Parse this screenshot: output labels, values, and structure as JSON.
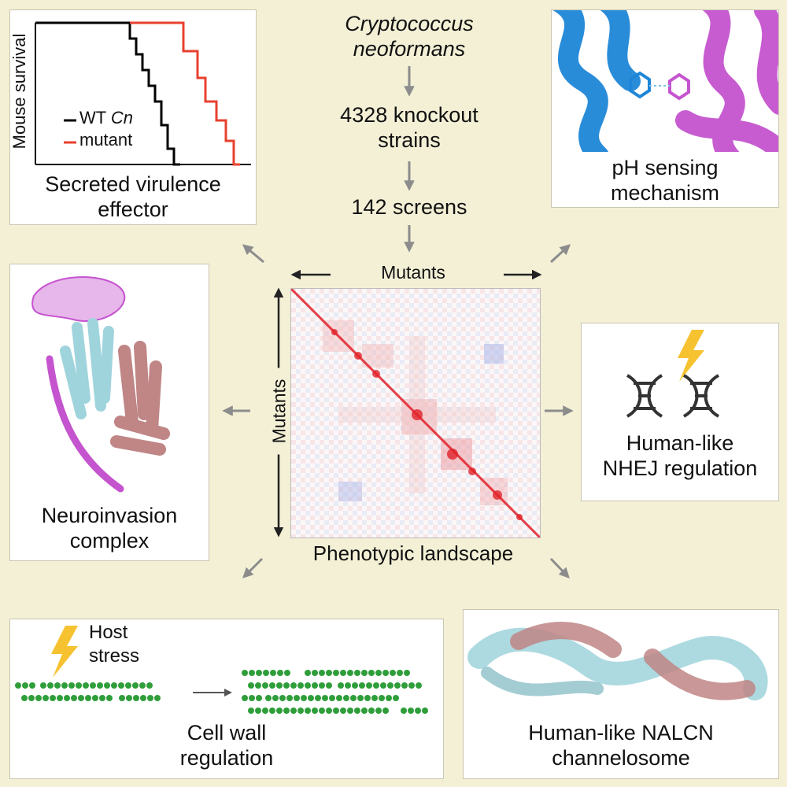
{
  "flow": {
    "organism_line1": "Cryptococcus",
    "organism_line2": "neoformans",
    "strains_line1": "4328 knockout",
    "strains_line2": "strains",
    "screens": "142 screens",
    "landscape_label": "Phenotypic landscape",
    "axis_x": "Mutants",
    "axis_y": "Mutants"
  },
  "panels": {
    "survival": {
      "ylabel": "Mouse survival",
      "legend_wt_prefix": "WT ",
      "legend_wt_italic": "Cn",
      "legend_mutant": "mutant",
      "caption_line1": "Secreted virulence",
      "caption_line2": "effector",
      "colors": {
        "wt": "#000000",
        "mutant": "#e8402f"
      }
    },
    "ph": {
      "caption_line1": "pH sensing",
      "caption_line2": "mechanism"
    },
    "neuro": {
      "caption_line1": "Neuroinvasion",
      "caption_line2": "complex"
    },
    "nhej": {
      "caption_line1": "Human-like",
      "caption_line2": "NHEJ regulation"
    },
    "cellwall": {
      "stress_line1": "Host",
      "stress_line2": "stress",
      "caption_line1": "Cell wall",
      "caption_line2": "regulation"
    },
    "nalcn": {
      "caption_line1": "Human-like NALCN",
      "caption_line2": "channelosome"
    }
  },
  "colors": {
    "background": "#f3f0d6",
    "arrow": "#8c8c8c",
    "bolt": "#f6c230",
    "cell": "#2f9e3a",
    "blue_helix": "#1e86d8",
    "magenta_helix": "#c554cf",
    "cyan_structure": "#9fd4dc",
    "brown_structure": "#c08585"
  }
}
